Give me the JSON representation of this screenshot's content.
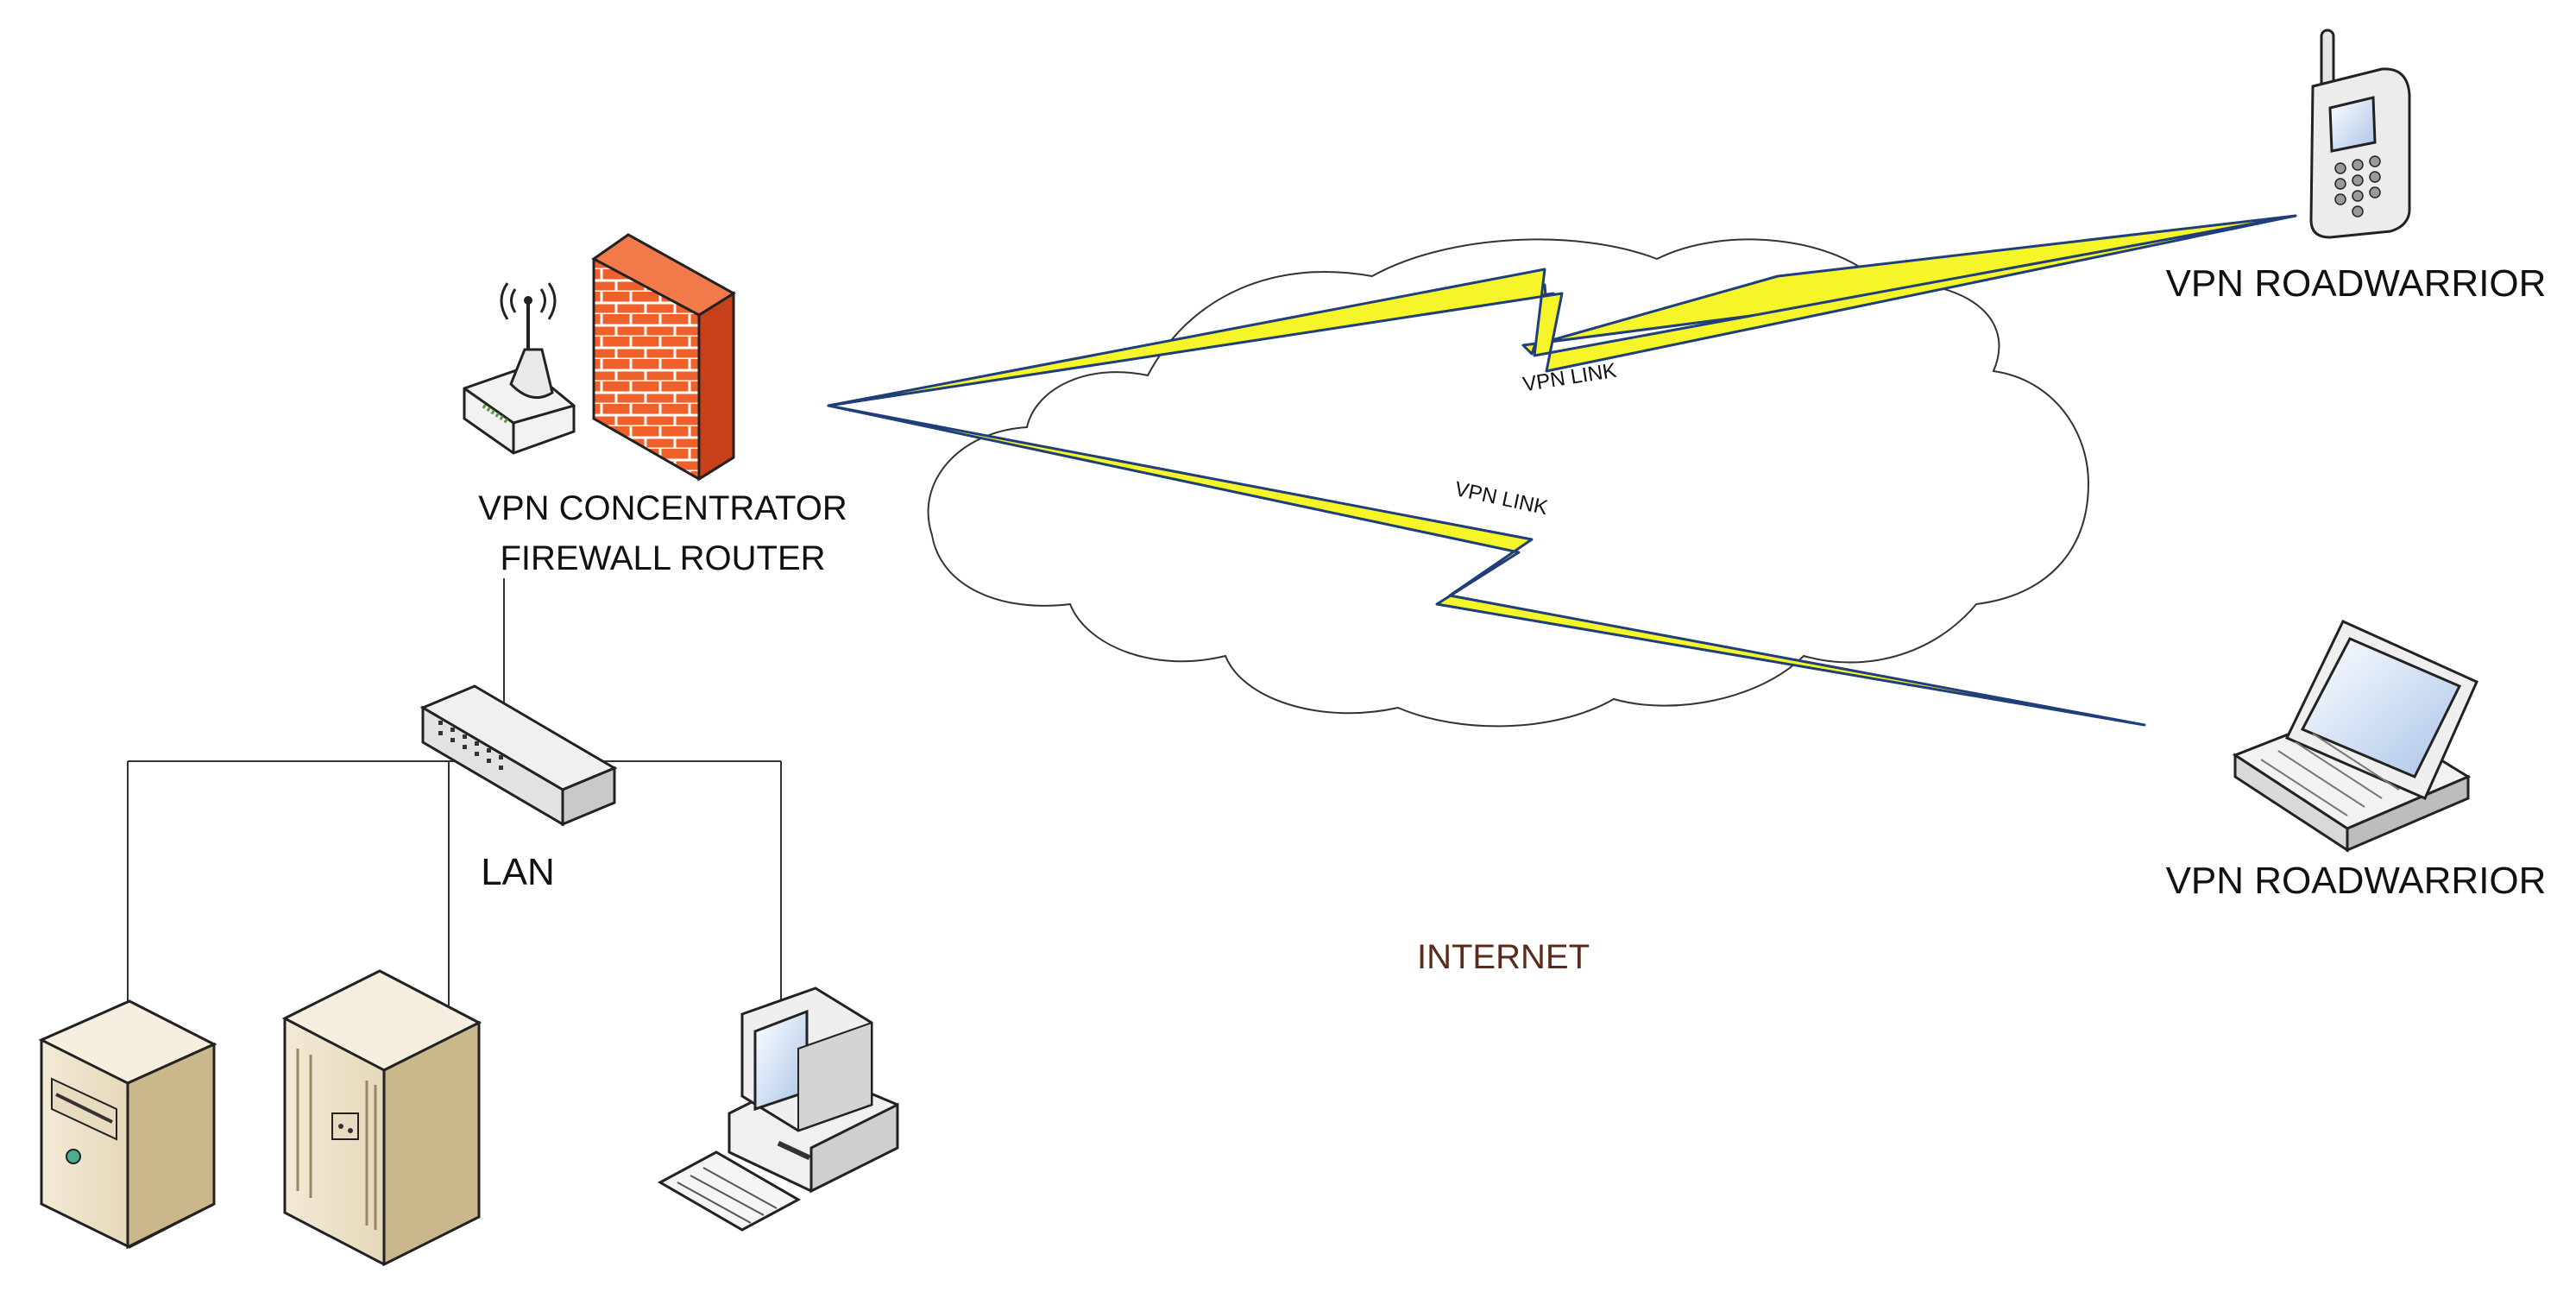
{
  "labels": {
    "concentrator_line1": "VPN CONCENTRATOR",
    "concentrator_line2": "FIREWALL ROUTER",
    "lan": "LAN",
    "internet": "INTERNET",
    "vpn_link_upper": "VPN LINK",
    "vpn_link_lower": "VPN LINK",
    "roadwarrior_phone": "VPN ROADWARRIOR",
    "roadwarrior_laptop": "VPN ROADWARRIOR"
  },
  "colors": {
    "bolt_fill": "#f5f52a",
    "bolt_edge": "#1f3f7a",
    "firewall_brick": "#f0602a",
    "internet_text": "#5a2a1a",
    "device_beige": "#e9dcc0",
    "device_grey": "#e6e6e6"
  },
  "icons": [
    "wireless-router-icon",
    "firewall-icon",
    "network-switch-icon",
    "tower-server-icon",
    "rack-server-icon",
    "desktop-computer-icon",
    "mobile-phone-icon",
    "laptop-icon",
    "internet-cloud-icon"
  ]
}
